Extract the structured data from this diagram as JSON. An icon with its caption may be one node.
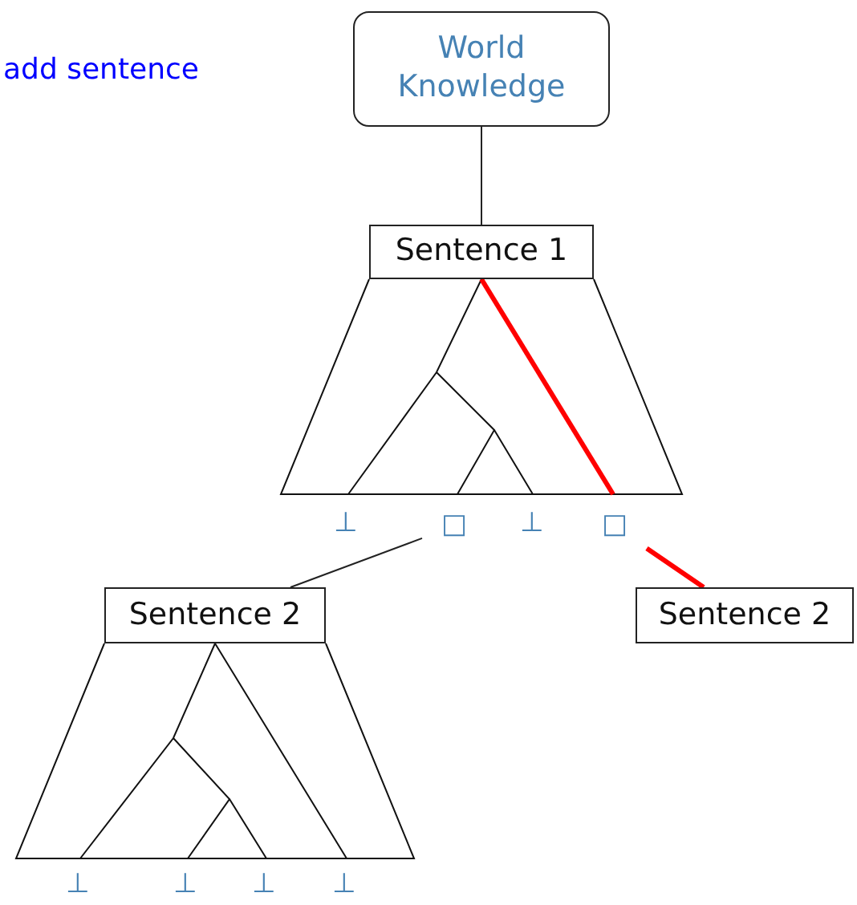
{
  "diagram": {
    "nodes": [
      {
        "text": [
          "World Knowledge"
        ]
      },
      {
        "text": [
          "Sentence 1"
        ]
      },
      {
        "text": [
          "□"
        ]
      },
      {
        "text": [
          "□"
        ]
      },
      {
        "text": [
          "Sentence 2"
        ]
      },
      {
        "text": [
          "Sentence 2"
        ]
      }
    ],
    "edges": [
      {
        "from": 0,
        "to": 1,
        "arrow": "none"
      },
      {
        "from": 2,
        "to": 4,
        "arrow": "none"
      },
      {
        "from": 3,
        "to": 5,
        "arrow": "none",
        "style": "thick",
        "color": "#ff0000"
      }
    ],
    "labels": [
      "add sentence",
      "⊥",
      "⊥",
      "⊥",
      "⊥",
      "⊥",
      "⊥"
    ]
  }
}
